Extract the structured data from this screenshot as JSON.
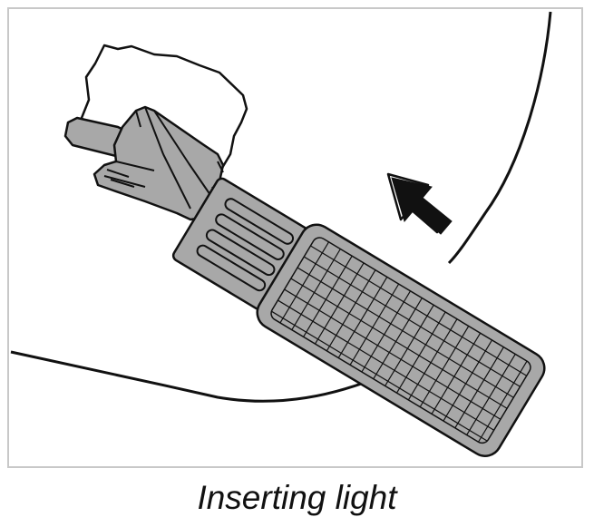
{
  "figure": {
    "caption": "Inserting light",
    "colors": {
      "outline": "#111111",
      "fill_gray": "#a8a8a8",
      "frame_border": "#c8c8c8",
      "background": "#ffffff"
    },
    "parts": {
      "socket": "bulb-socket",
      "lamp": "led-lamp",
      "arrow": "insert-direction-arrow",
      "opening": "housing-opening"
    }
  }
}
